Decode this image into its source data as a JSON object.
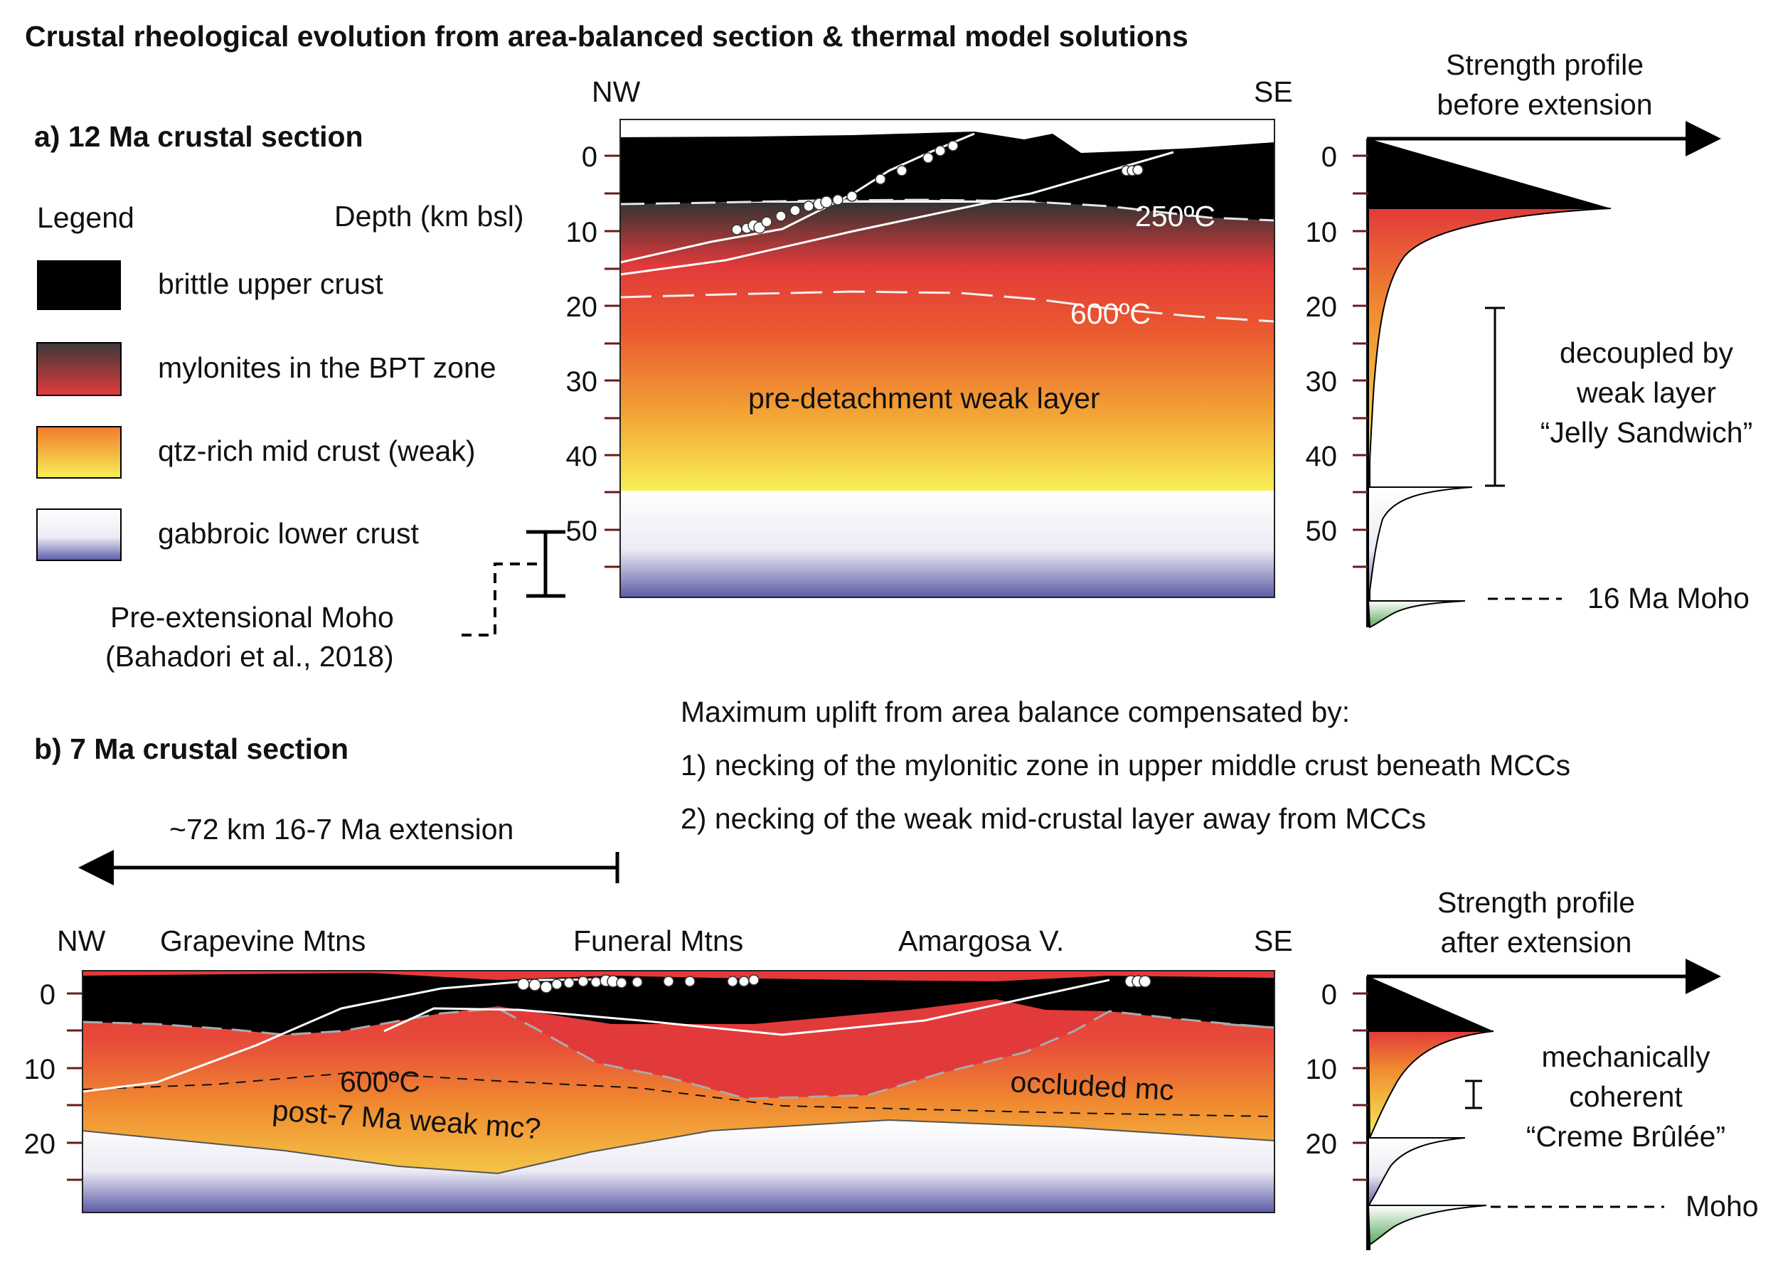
{
  "title": "Crustal rheological evolution from area-balanced section & thermal model solutions",
  "panel_a": {
    "heading": "a) 12 Ma crustal section",
    "nw": "NW",
    "se": "SE",
    "depth_label": "Depth (km bsl)",
    "depth_ticks": [
      "0",
      "10",
      "20",
      "30",
      "40",
      "50"
    ],
    "iso_250": "250ºC",
    "iso_600": "600ºC",
    "weak_layer_label": "pre-detachment weak layer"
  },
  "legend": {
    "title": "Legend",
    "items": [
      {
        "label": "brittle upper crust",
        "swatch": "black"
      },
      {
        "label": "mylonites in the BPT zone",
        "swatch": "dark-red-gradient"
      },
      {
        "label": "qtz-rich mid crust (weak)",
        "swatch": "orange-yellow-gradient"
      },
      {
        "label": "gabbroic lower crust",
        "swatch": "white-blue-gradient"
      }
    ],
    "moho_label_1": "Pre-extensional Moho",
    "moho_label_2": "(Bahadori et al., 2018)"
  },
  "strength_before": {
    "title_1": "Strength profile",
    "title_2": "before extension",
    "depth_ticks": [
      "0",
      "10",
      "20",
      "30",
      "40",
      "50"
    ],
    "note_1": "decoupled by",
    "note_2": "weak layer",
    "note_3": "“Jelly Sandwich”",
    "moho": "16 Ma Moho"
  },
  "uplift_note": {
    "line_1": "Maximum uplift from area balance compensated by:",
    "line_2": "1) necking of the mylonitic zone in upper middle crust beneath MCCs",
    "line_3": "2) necking of the weak mid-crustal layer away from MCCs"
  },
  "panel_b": {
    "heading": "b) 7 Ma crustal section",
    "extension": "~72 km 16-7 Ma extension",
    "nw": "NW",
    "se": "SE",
    "places": [
      "Grapevine Mtns",
      "Funeral Mtns",
      "Amargosa V."
    ],
    "depth_ticks": [
      "0",
      "10",
      "20"
    ],
    "iso_600": "600ºC",
    "weak_mc": "post-7 Ma weak mc?",
    "occluded": "occluded mc"
  },
  "strength_after": {
    "title_1": "Strength profile",
    "title_2": "after extension",
    "depth_ticks": [
      "0",
      "10",
      "20"
    ],
    "note_1": "mechanically",
    "note_2": "coherent",
    "note_3": "“Creme Brûlée”",
    "moho": "Moho"
  },
  "colors": {
    "brittle": "#000000",
    "mylonite": "#e23a3a",
    "midcrust_orange": "#f08a2c",
    "midcrust_yellow": "#f7ef55",
    "lower_crust_blue": "#5a5ca8",
    "mantle_green": "#5aa85a"
  }
}
